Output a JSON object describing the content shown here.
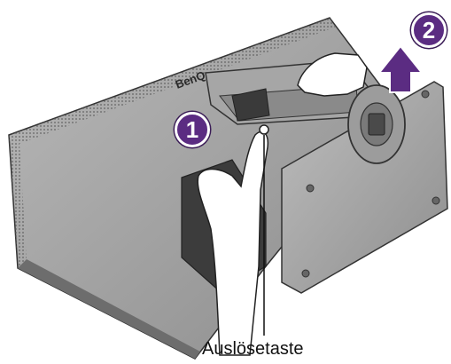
{
  "brand": {
    "logo_text": "BenQ"
  },
  "steps": [
    {
      "number": "1",
      "action": "press-release-button"
    },
    {
      "number": "2",
      "action": "lift-stand"
    }
  ],
  "callout": {
    "label": "Auslösetaste"
  },
  "colors": {
    "badge_fill": "#5b2c82",
    "arrow_fill": "#5b2c82",
    "panel_gray": "#9a9a9a",
    "background": "#ffffff"
  }
}
